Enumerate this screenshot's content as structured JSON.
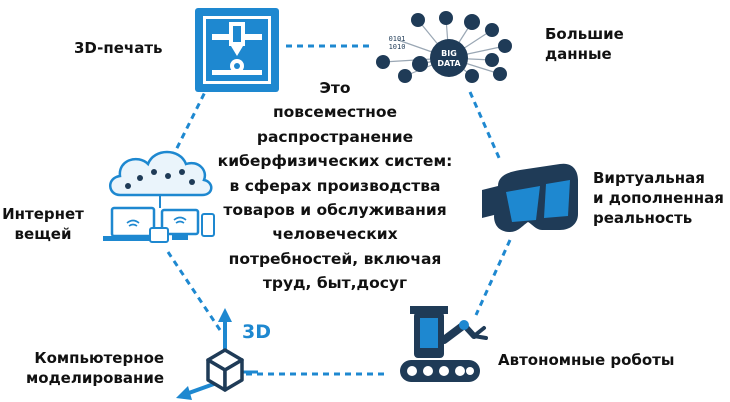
{
  "colors": {
    "accent": "#1e88d0",
    "dark": "#1f3b57",
    "text": "#111111"
  },
  "center_text": [
    "Это",
    "повсеместное",
    "распространение",
    "киберфизических систем:",
    "в сферах производства",
    "товаров и обслуживания",
    "человеческих",
    "потребностей, включая",
    "труд, быт,досуг"
  ],
  "nodes": {
    "print3d": {
      "label": "3D-печать",
      "icon": "3d-printer-icon"
    },
    "bigdata": {
      "label_lines": [
        "Большие",
        "данные"
      ],
      "icon": "big-data-icon",
      "badge_lines": [
        "BIG",
        "DATA"
      ],
      "binary_lines": [
        "0101",
        "1010"
      ]
    },
    "vr": {
      "label_lines": [
        "Виртуальная",
        "и дополненная",
        "реальность"
      ],
      "icon": "vr-headset-icon"
    },
    "robots": {
      "label": "Автономные роботы",
      "icon": "robot-arm-icon"
    },
    "modeling": {
      "label_lines": [
        "Компьютерное",
        "моделирование"
      ],
      "icon": "3d-cube-icon",
      "badge": "3D"
    },
    "iot": {
      "label_lines": [
        "Интернет",
        "вещей"
      ],
      "icon": "cloud-devices-icon"
    }
  }
}
